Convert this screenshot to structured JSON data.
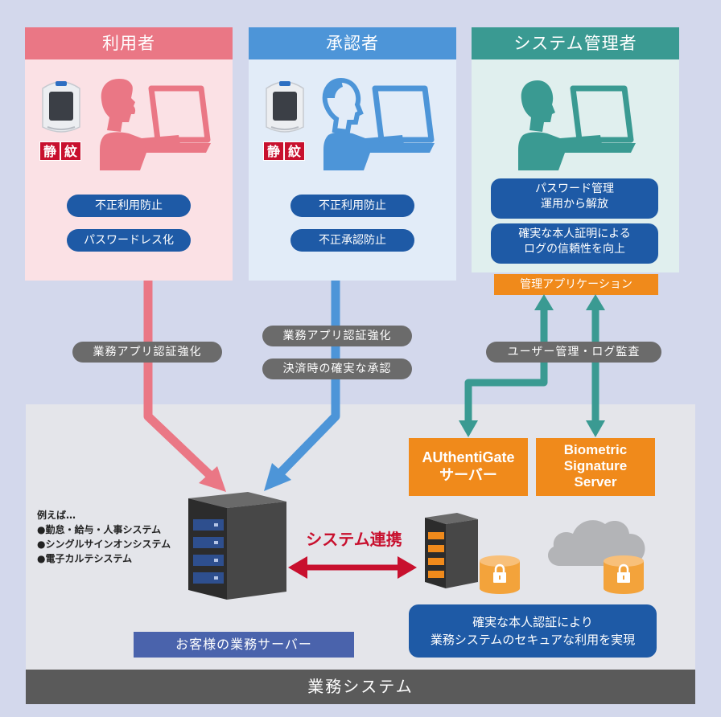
{
  "panels": {
    "user": {
      "title": "利用者",
      "badge_left": "静",
      "badge_right": "紋",
      "pills": [
        "不正利用防止",
        "パスワードレス化"
      ]
    },
    "approver": {
      "title": "承認者",
      "badge_left": "静",
      "badge_right": "紋",
      "pills": [
        "不正利用防止",
        "不正承認防止"
      ]
    },
    "admin": {
      "title": "システム管理者",
      "pills": [
        "パスワード管理\n運用から解放",
        "確実な本人証明による\nログの信頼性を向上"
      ]
    }
  },
  "admin_app_label": "管理アプリケーション",
  "connectors": {
    "user_label": "業務アプリ認証強化",
    "approver_labels": [
      "業務アプリ認証強化",
      "決済時の確実な承認"
    ],
    "admin_label": "ユーザー管理・ログ監査"
  },
  "servers": {
    "authentigate": "AUthentiGate\nサーバー",
    "biometric": "Biometric\nSignature\nServer"
  },
  "examples": {
    "heading": "例えば…",
    "items": [
      "●勤怠・給与・人事システム",
      "●シングルサインオンシステム",
      "●電子カルテシステム"
    ]
  },
  "system_link_label": "システム連携",
  "customer_server_label": "お客様の業務サーバー",
  "result_label": "確実な本人認証により\n業務システムのセキュアな利用を実現",
  "footer_label": "業務システム",
  "colors": {
    "user": "#ea7785",
    "user_bg": "#fbe1e5",
    "approver": "#4d95d8",
    "approver_bg": "#e2ecf8",
    "admin": "#3a9a92",
    "admin_bg": "#e0efee",
    "orange": "#f08a1b",
    "navy": "#1e5aa6",
    "red": "#c8102e"
  }
}
